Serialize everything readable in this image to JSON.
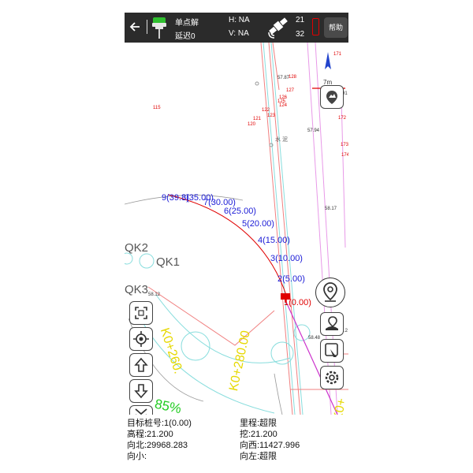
{
  "status_bar": {
    "solution": "单点解",
    "delay": "延迟0",
    "h_precision": "H: NA",
    "v_precision": "V: NA",
    "sat_used": "21",
    "sat_visible": "32",
    "help_label": "帮助"
  },
  "map": {
    "scale_label": "7m",
    "area_labels": [
      "QK2",
      "QK1",
      "QK3"
    ],
    "station_labels": [
      "9(39.3)",
      "8(35.00)",
      "7(30.00)",
      "6(25.00)",
      "5(20.00)",
      "4(15.00)",
      "3(10.00)",
      "2(5.00)",
      "1(0.00)"
    ],
    "chainage_labels": [
      "K0+280.00",
      "K0+260.",
      "K0+",
      "85%"
    ],
    "side_numbers": [
      "171",
      "172",
      "173",
      "174",
      "91",
      "115",
      "120",
      "121",
      "122",
      "123",
      "124",
      "125",
      "126",
      "127",
      "128",
      "57.87",
      "57.94",
      "58.17",
      "58.12",
      "58.48",
      ".2"
    ],
    "road_label": "水 泥",
    "colors": {
      "station": "#1a1ad6",
      "current": "#e00000",
      "chainage": "#e6d800",
      "grade": "#22cc22",
      "alignment": "#cc33cc"
    }
  },
  "info_panel": {
    "target_station": "目标桩号:1(0.00)",
    "mileage": "里程:超限",
    "elevation": "高程:21.200",
    "cut": "挖:21.200",
    "northing": "向北:29968.283",
    "westing": "向西:11427.996",
    "small": "向小:",
    "left": "向左:超限"
  }
}
